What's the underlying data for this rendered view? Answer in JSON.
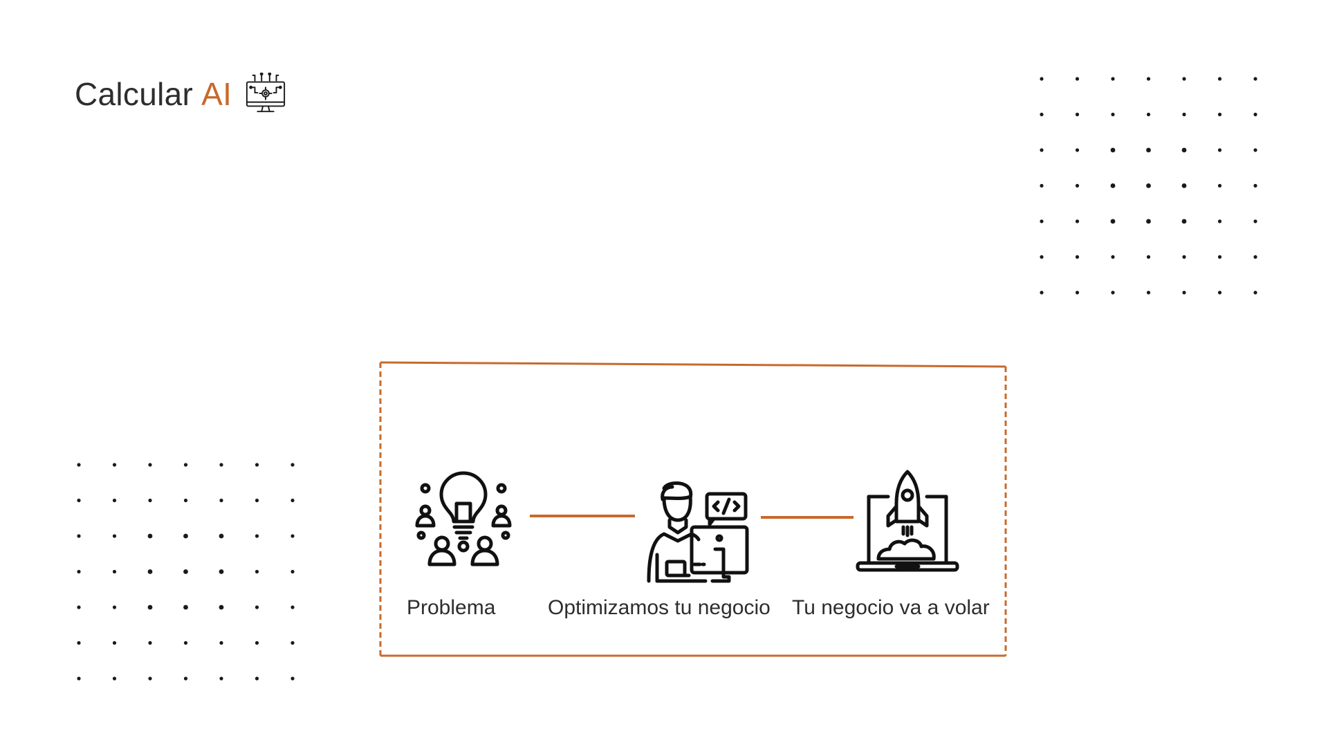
{
  "logo": {
    "text": "Calcular",
    "accent": "AI",
    "icon": "ai-monitor-icon"
  },
  "colors": {
    "accent": "#c8692c",
    "text": "#2d2d2d",
    "dots": "#1a1a1a"
  },
  "steps": [
    {
      "label": "Problema",
      "icon": "team-lightbulb-icon"
    },
    {
      "label": "Optimizamos tu negocio",
      "icon": "developer-computer-icon"
    },
    {
      "label": "Tu negocio va a volar",
      "icon": "rocket-laptop-icon"
    }
  ]
}
